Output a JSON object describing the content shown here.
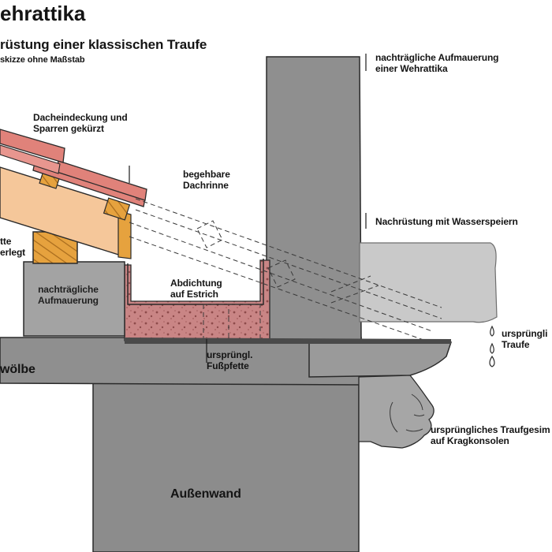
{
  "header": {
    "title": "ehrattika",
    "subtitle": "rüstung einer klassischen Traufe",
    "note": "skizze ohne Maßstab"
  },
  "labels": {
    "attika": "nachträgliche Aufmauerung\neiner Wehrattika",
    "dacheindeckung": "Dacheindeckung und\nSparren gekürzt",
    "dachrinne": "begehbare\nDachrinne",
    "wasserspeier": "Nachrüstung mit Wasserspeiern",
    "tte": "tte\nerlegt",
    "aufmauerung": "nachträgliche\nAufmauerung",
    "abdichtung": "Abdichtung\nauf Estrich",
    "ursp_traufe": "ursprüngli\nTraufe",
    "fusspfette": "ursprüngl.\nFußpfette",
    "gewoelbe": "wölbe",
    "traufgesims": "ursprüngliches Traufgesim\nauf Kragkonsolen",
    "aussenwand": "Außenwand"
  },
  "colors": {
    "wall_gray": "#8c8c8c",
    "light_gray": "#c8c8c8",
    "mid_gray": "#a9a9a9",
    "roof_red": "#e0827a",
    "rafter_peach": "#f5c79a",
    "beam_orange": "#e39d3a",
    "estrich_red": "#c97f7f",
    "line_dark": "#2a2a2a"
  },
  "icons": [
    "water-drop-icon",
    "corbel-face-icon"
  ]
}
